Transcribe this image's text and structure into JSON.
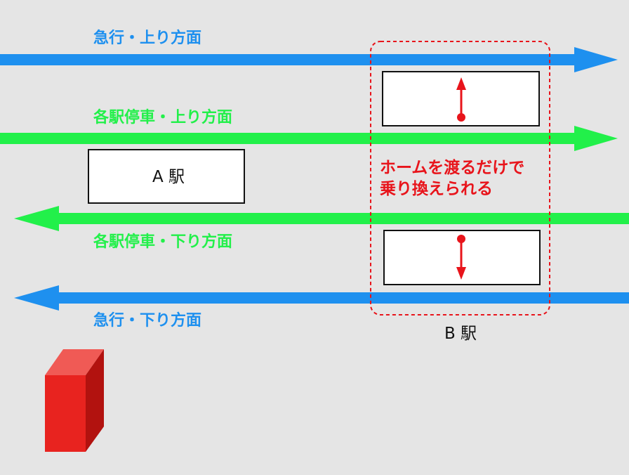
{
  "colors": {
    "background": "#e5e5e5",
    "express": "#1e90ef",
    "local": "#22f04a",
    "highlight": "#e8141b",
    "building": "#e8231f",
    "building_top": "#f05a55",
    "building_side": "#b2120f"
  },
  "lines": {
    "express_up": "急行・上り方面",
    "local_up": "各駅停車・上り方面",
    "local_down": "各駅停車・下り方面",
    "express_down": "急行・下り方面"
  },
  "stations": {
    "a": "A 駅",
    "b": "B 駅"
  },
  "note": {
    "line1": "ホームを渡るだけで",
    "line2": "乗り換えられる"
  },
  "icons": {
    "transfer_up": "arrow-up-icon",
    "transfer_down": "arrow-down-icon",
    "building": "red-building-icon"
  }
}
